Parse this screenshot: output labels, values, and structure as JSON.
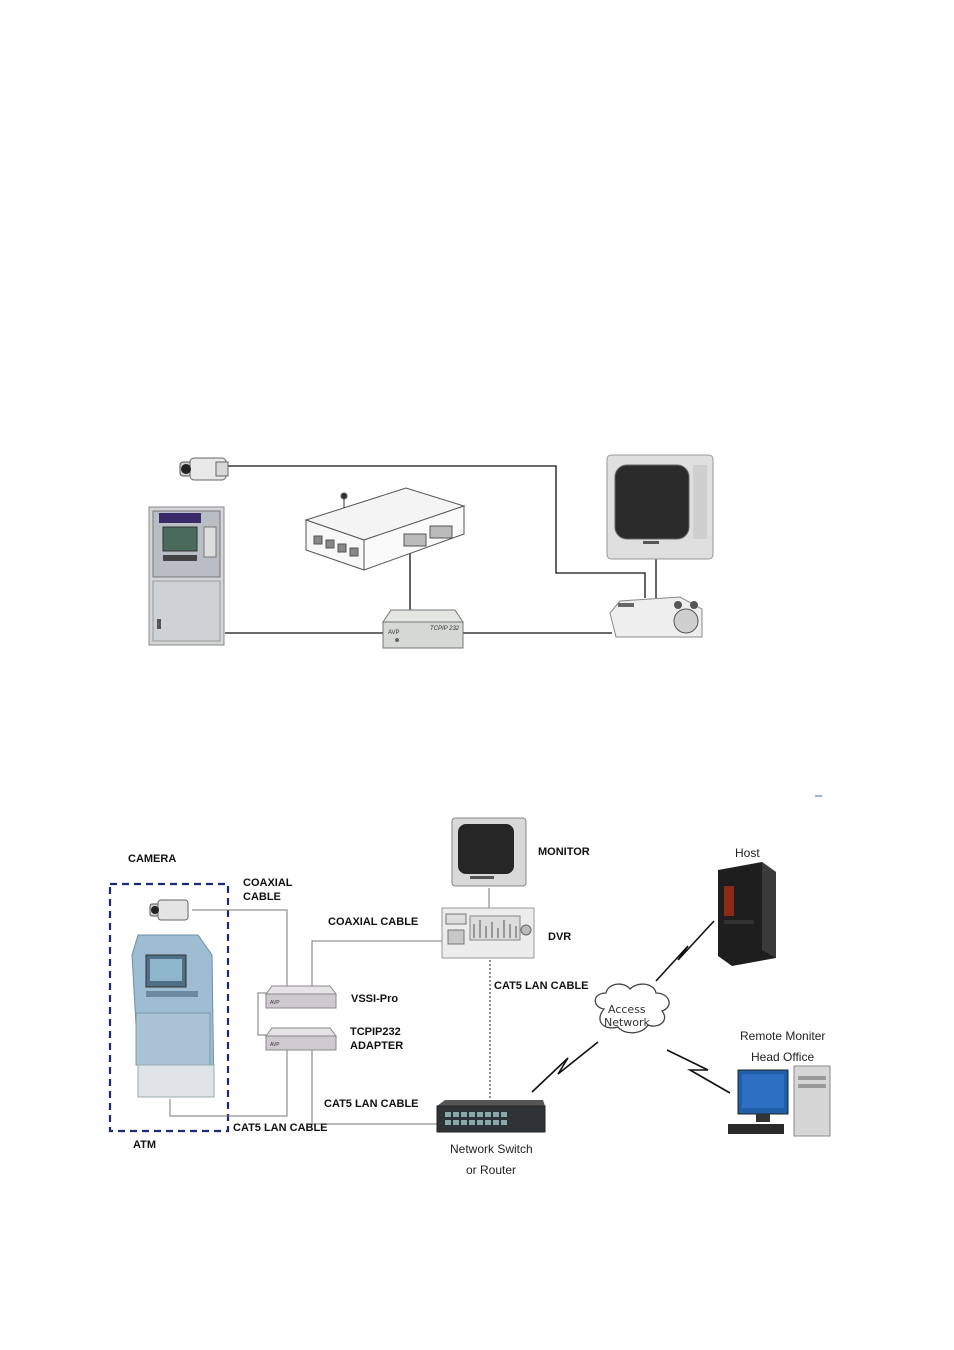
{
  "diagram1": {
    "device_labels": {
      "tcpip_box": "TCPIP 232"
    }
  },
  "diagram2": {
    "labels": {
      "camera": "CAMERA",
      "coaxial_cable_left_1": "COAXIAL",
      "coaxial_cable_left_2": "CABLE",
      "coaxial_cable_top": "COAXIAL CABLE",
      "monitor": "MONITOR",
      "dvr": "DVR",
      "vssi_pro": "VSSI-Pro",
      "tcpip_adapter_1": "TCPIP232",
      "tcpip_adapter_2": "ADAPTER",
      "cat5_dvr": "CAT5 LAN CABLE",
      "cat5_switch": "CAT5 LAN CABLE",
      "cat5_atm": "CAT5 LAN CABLE",
      "atm": "ATM",
      "network_switch_1": "Network Switch",
      "network_switch_2": "or Router",
      "host": "Host",
      "remote_1": "Remote Moniter",
      "remote_2": "Head Office",
      "cloud_1": "Access",
      "cloud_2": "Network"
    }
  }
}
